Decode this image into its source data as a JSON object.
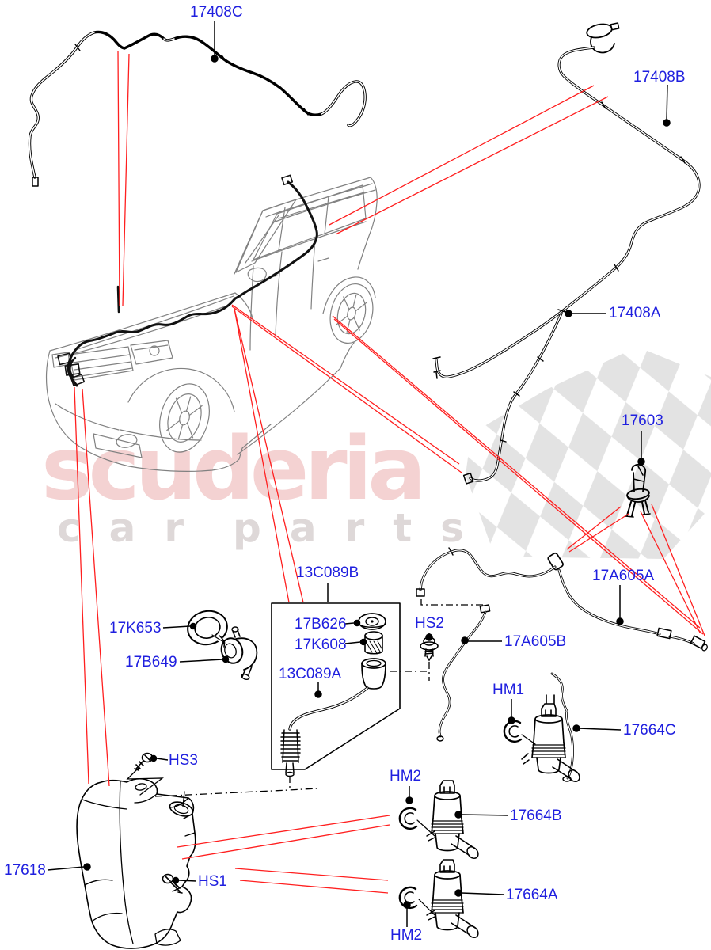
{
  "diagram": {
    "labels": {
      "p17408c": "17408C",
      "p17408b": "17408B",
      "p17408a": "17408A",
      "p17603": "17603",
      "p17a605a": "17A605A",
      "p17a605b": "17A605B",
      "hs2": "HS2",
      "p13c089b": "13C089B",
      "p17b626": "17B626",
      "p17k608": "17K608",
      "p13c089a": "13C089A",
      "p17k653": "17K653",
      "p17b649": "17B649",
      "hm1": "HM1",
      "p17664c": "17664C",
      "hs3": "HS3",
      "hm2": "HM2",
      "p17664b": "17664B",
      "p17664a": "17664A",
      "p17618": "17618",
      "hs1": "HS1"
    }
  },
  "watermark": {
    "brand": "scuderia",
    "tagline_word1": "car",
    "tagline_word2": "parts"
  },
  "colors": {
    "label_blue": "#1f1fdf",
    "leader_red": "#ff1f1f",
    "line_black": "#000000",
    "car_gray": "#777777",
    "watermark_pink": "#f4d2d2",
    "watermark_gray": "#ded8d8",
    "checker_gray": "#e3e3e3"
  }
}
